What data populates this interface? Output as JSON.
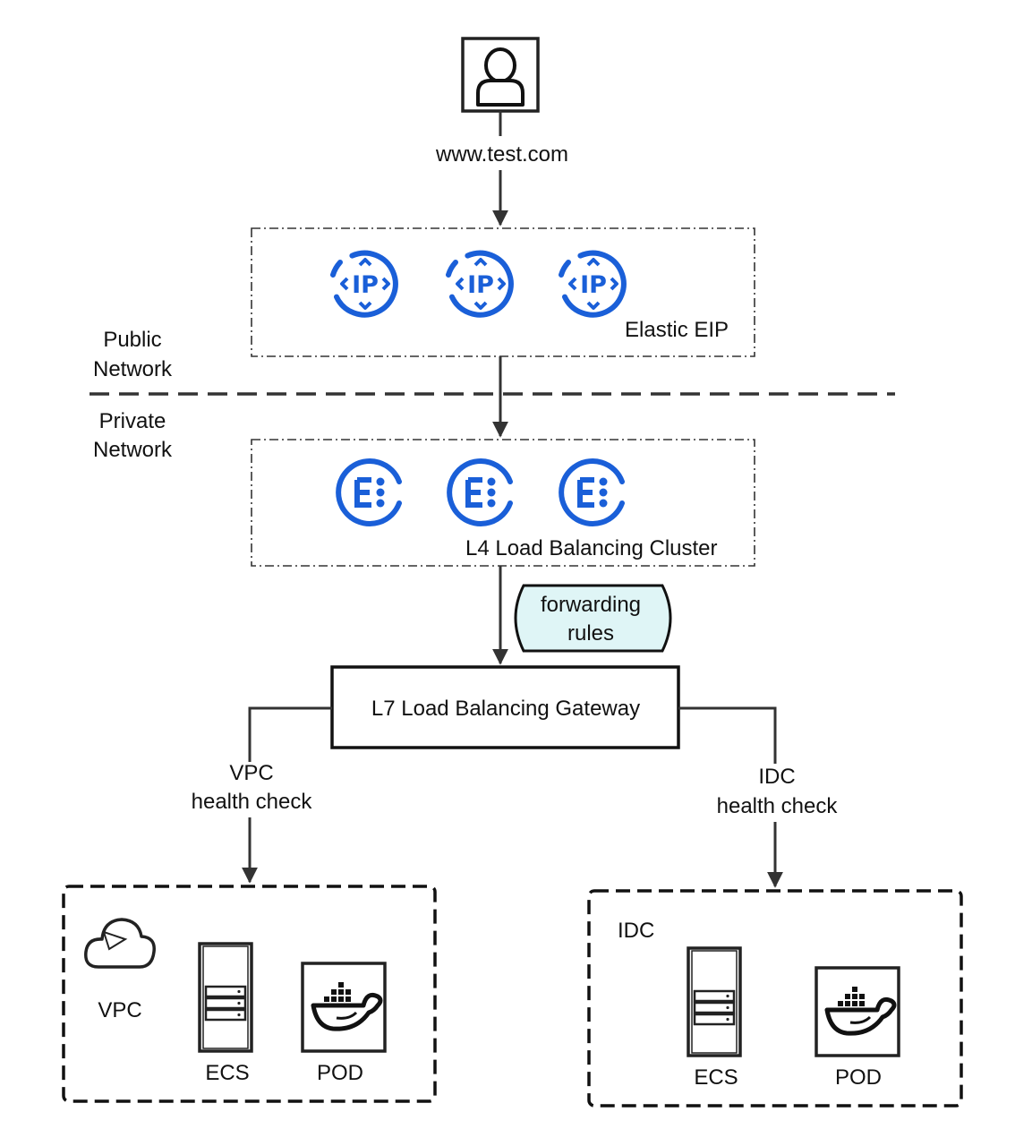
{
  "user": {
    "icon": "user-icon",
    "url_label": "www.test.com"
  },
  "zones": {
    "public_label_line1": "Public",
    "public_label_line2": "Network",
    "private_label_line1": "Private",
    "private_label_line2": "Network"
  },
  "eip_group": {
    "label": "Elastic EIP",
    "icon": "elastic-ip-icon",
    "count": 3
  },
  "l4_group": {
    "label": "L4 Load Balancing Cluster",
    "icon": "load-balancer-icon",
    "count": 3
  },
  "forwarding_rules": {
    "line1": "forwarding",
    "line2": "rules",
    "fill": "#dff5f6"
  },
  "gateway": {
    "label": "L7 Load Balancing Gateway"
  },
  "branches": {
    "vpc_check_line1": "VPC",
    "vpc_check_line2": "health check",
    "idc_check_line1": "IDC",
    "idc_check_line2": "health check"
  },
  "vpc_box": {
    "title": "VPC",
    "icon": "cloud-icon",
    "ecs_label": "ECS",
    "pod_label": "POD"
  },
  "idc_box": {
    "title": "IDC",
    "ecs_label": "ECS",
    "pod_label": "POD"
  },
  "colors": {
    "icon_blue": "#1a5fd8",
    "line": "#333333"
  }
}
